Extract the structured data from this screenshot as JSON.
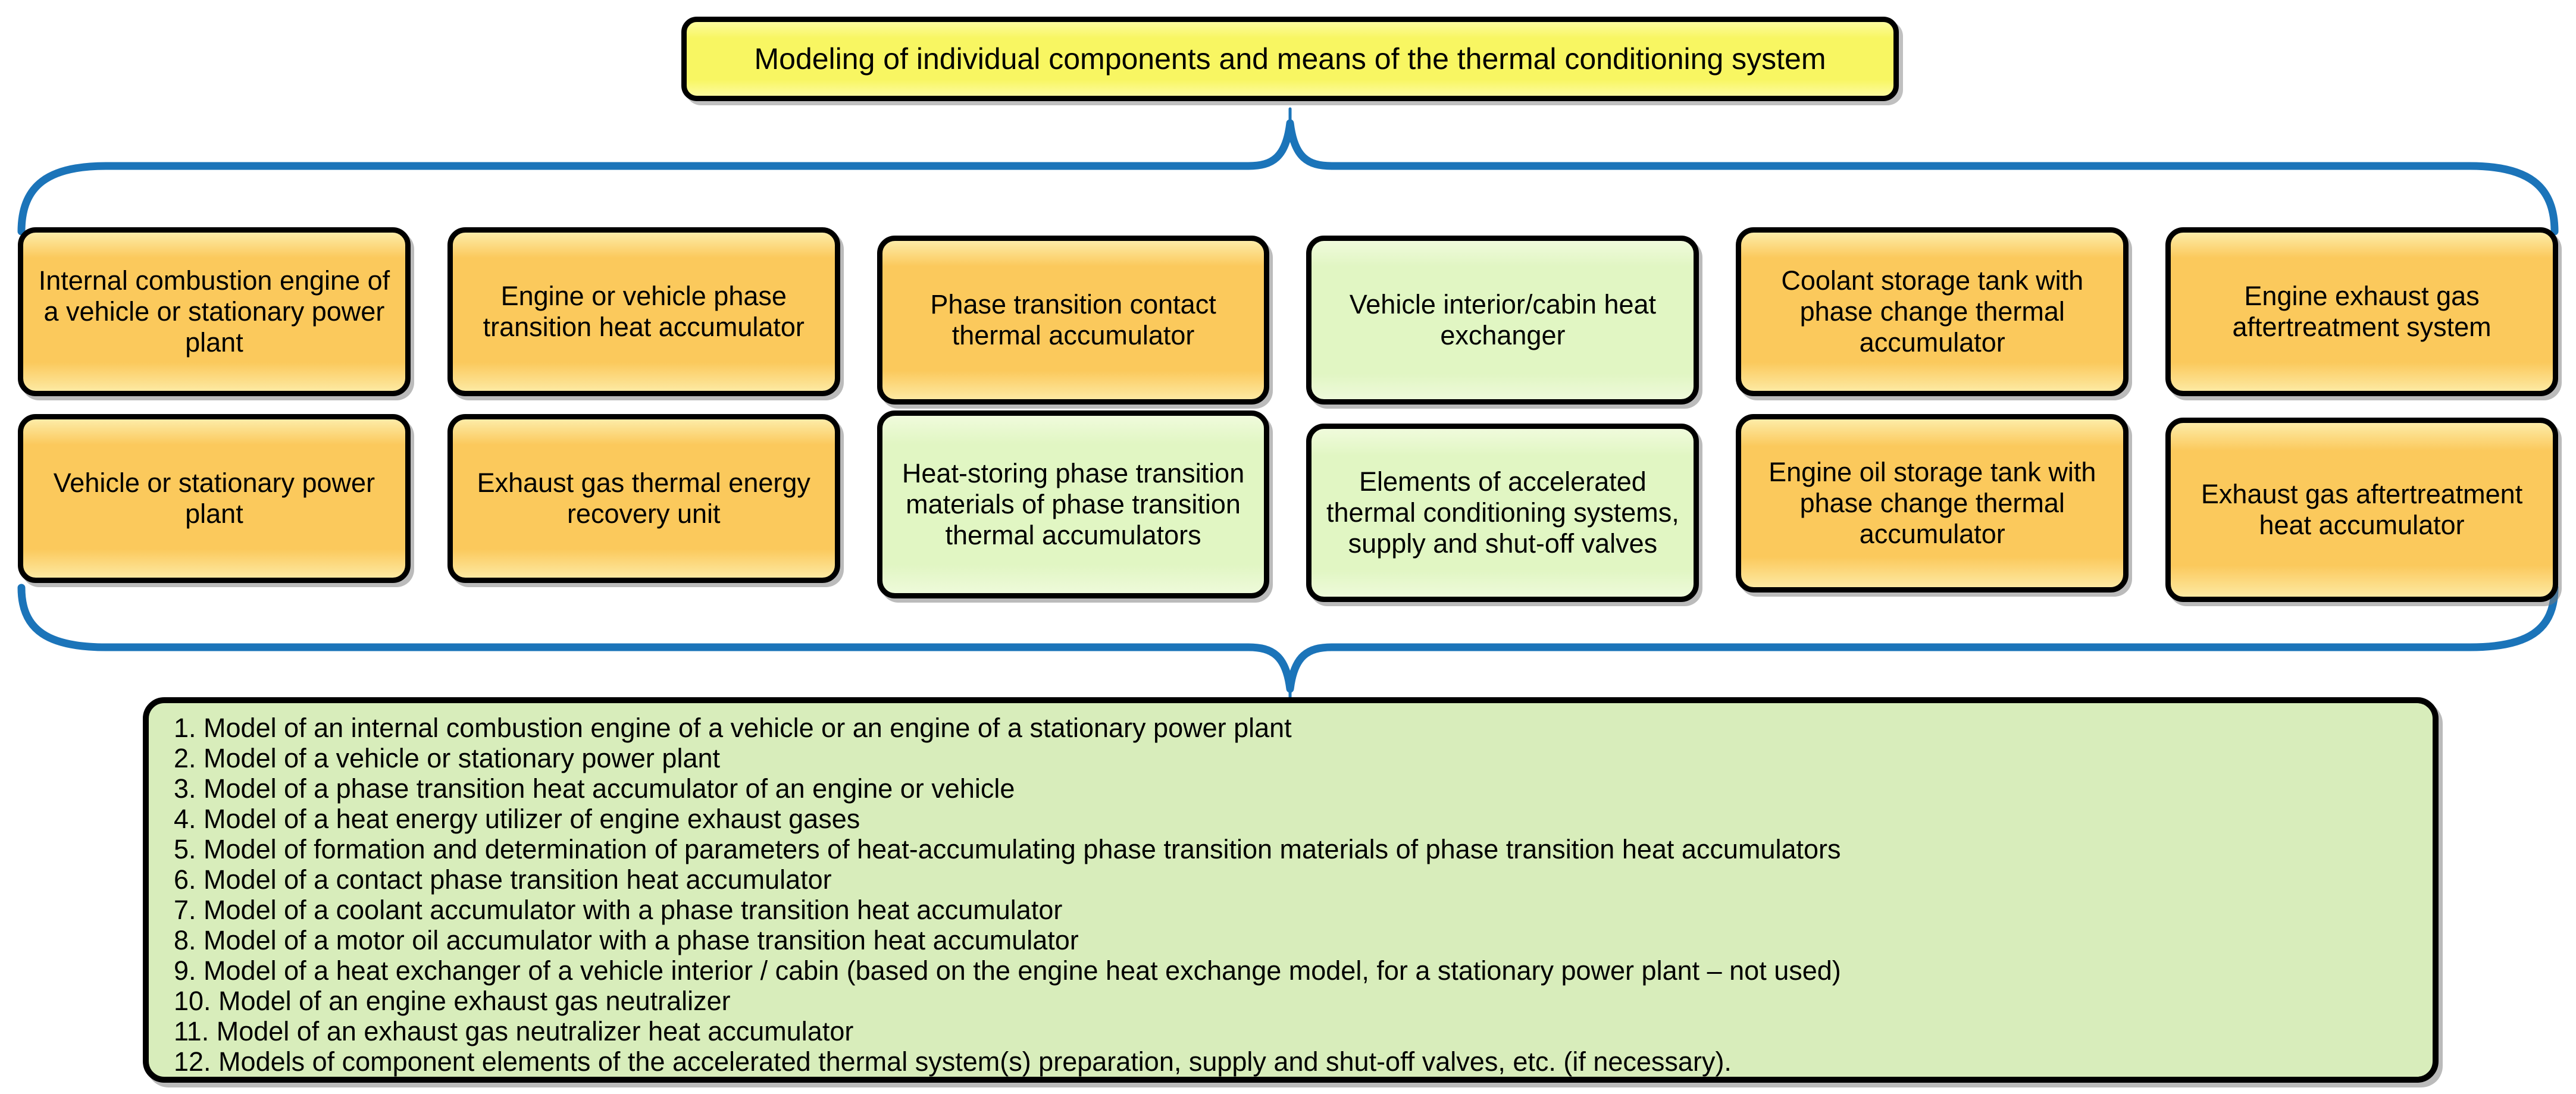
{
  "colors": {
    "title-fill": "#f8f662",
    "orange-fill": "#fbc95c",
    "green-fill": "#e1f6c3",
    "list-fill": "#d8edbb",
    "brace": "#1b74b9",
    "border": "#000000"
  },
  "title": {
    "label": "Modeling of individual components and means of the thermal conditioning system"
  },
  "grid": {
    "cells": [
      {
        "label": "Internal combustion engine of a vehicle or stationary power plant",
        "type": "orange"
      },
      {
        "label": "Engine or vehicle phase transition heat accumulator",
        "type": "orange"
      },
      {
        "label": "Phase transition contact thermal accumulator",
        "type": "orange"
      },
      {
        "label": "Vehicle interior/cabin heat exchanger",
        "type": "green"
      },
      {
        "label": "Coolant storage tank with phase change thermal accumulator",
        "type": "orange"
      },
      {
        "label": "Engine exhaust gas aftertreatment system",
        "type": "orange"
      },
      {
        "label": "Vehicle or stationary power plant",
        "type": "orange"
      },
      {
        "label": "Exhaust gas thermal energy recovery unit",
        "type": "orange"
      },
      {
        "label": "Heat-storing phase transition materials of phase transition thermal accumulators",
        "type": "green"
      },
      {
        "label": "Elements of accelerated thermal conditioning systems, supply and shut-off valves",
        "type": "green"
      },
      {
        "label": "Engine oil storage tank with phase change thermal accumulator",
        "type": "orange"
      },
      {
        "label": "Exhaust gas aftertreatment heat accumulator",
        "type": "orange"
      }
    ]
  },
  "list": {
    "items": [
      "1. Model of an internal combustion engine of a vehicle or an engine of a stationary power plant",
      "2. Model of a vehicle or stationary power plant",
      "3. Model of a phase transition heat accumulator of an engine or vehicle",
      "4. Model of a heat energy utilizer of engine exhaust gases",
      "5. Model of formation and determination of parameters of heat-accumulating phase transition materials of phase transition heat accumulators",
      "6. Model of a contact phase transition heat accumulator",
      "7. Model of a coolant accumulator with a phase transition heat accumulator",
      "8. Model of a motor oil accumulator with a phase transition heat accumulator",
      "9. Model of a heat exchanger of a vehicle interior / cabin (based on the engine heat exchange model, for a stationary power plant – not used)",
      "10. Model of an engine exhaust gas neutralizer",
      "11. Model of an exhaust gas neutralizer heat accumulator",
      "12. Models of component elements of the accelerated thermal system(s) preparation, supply and shut-off valves, etc. (if necessary)."
    ]
  }
}
